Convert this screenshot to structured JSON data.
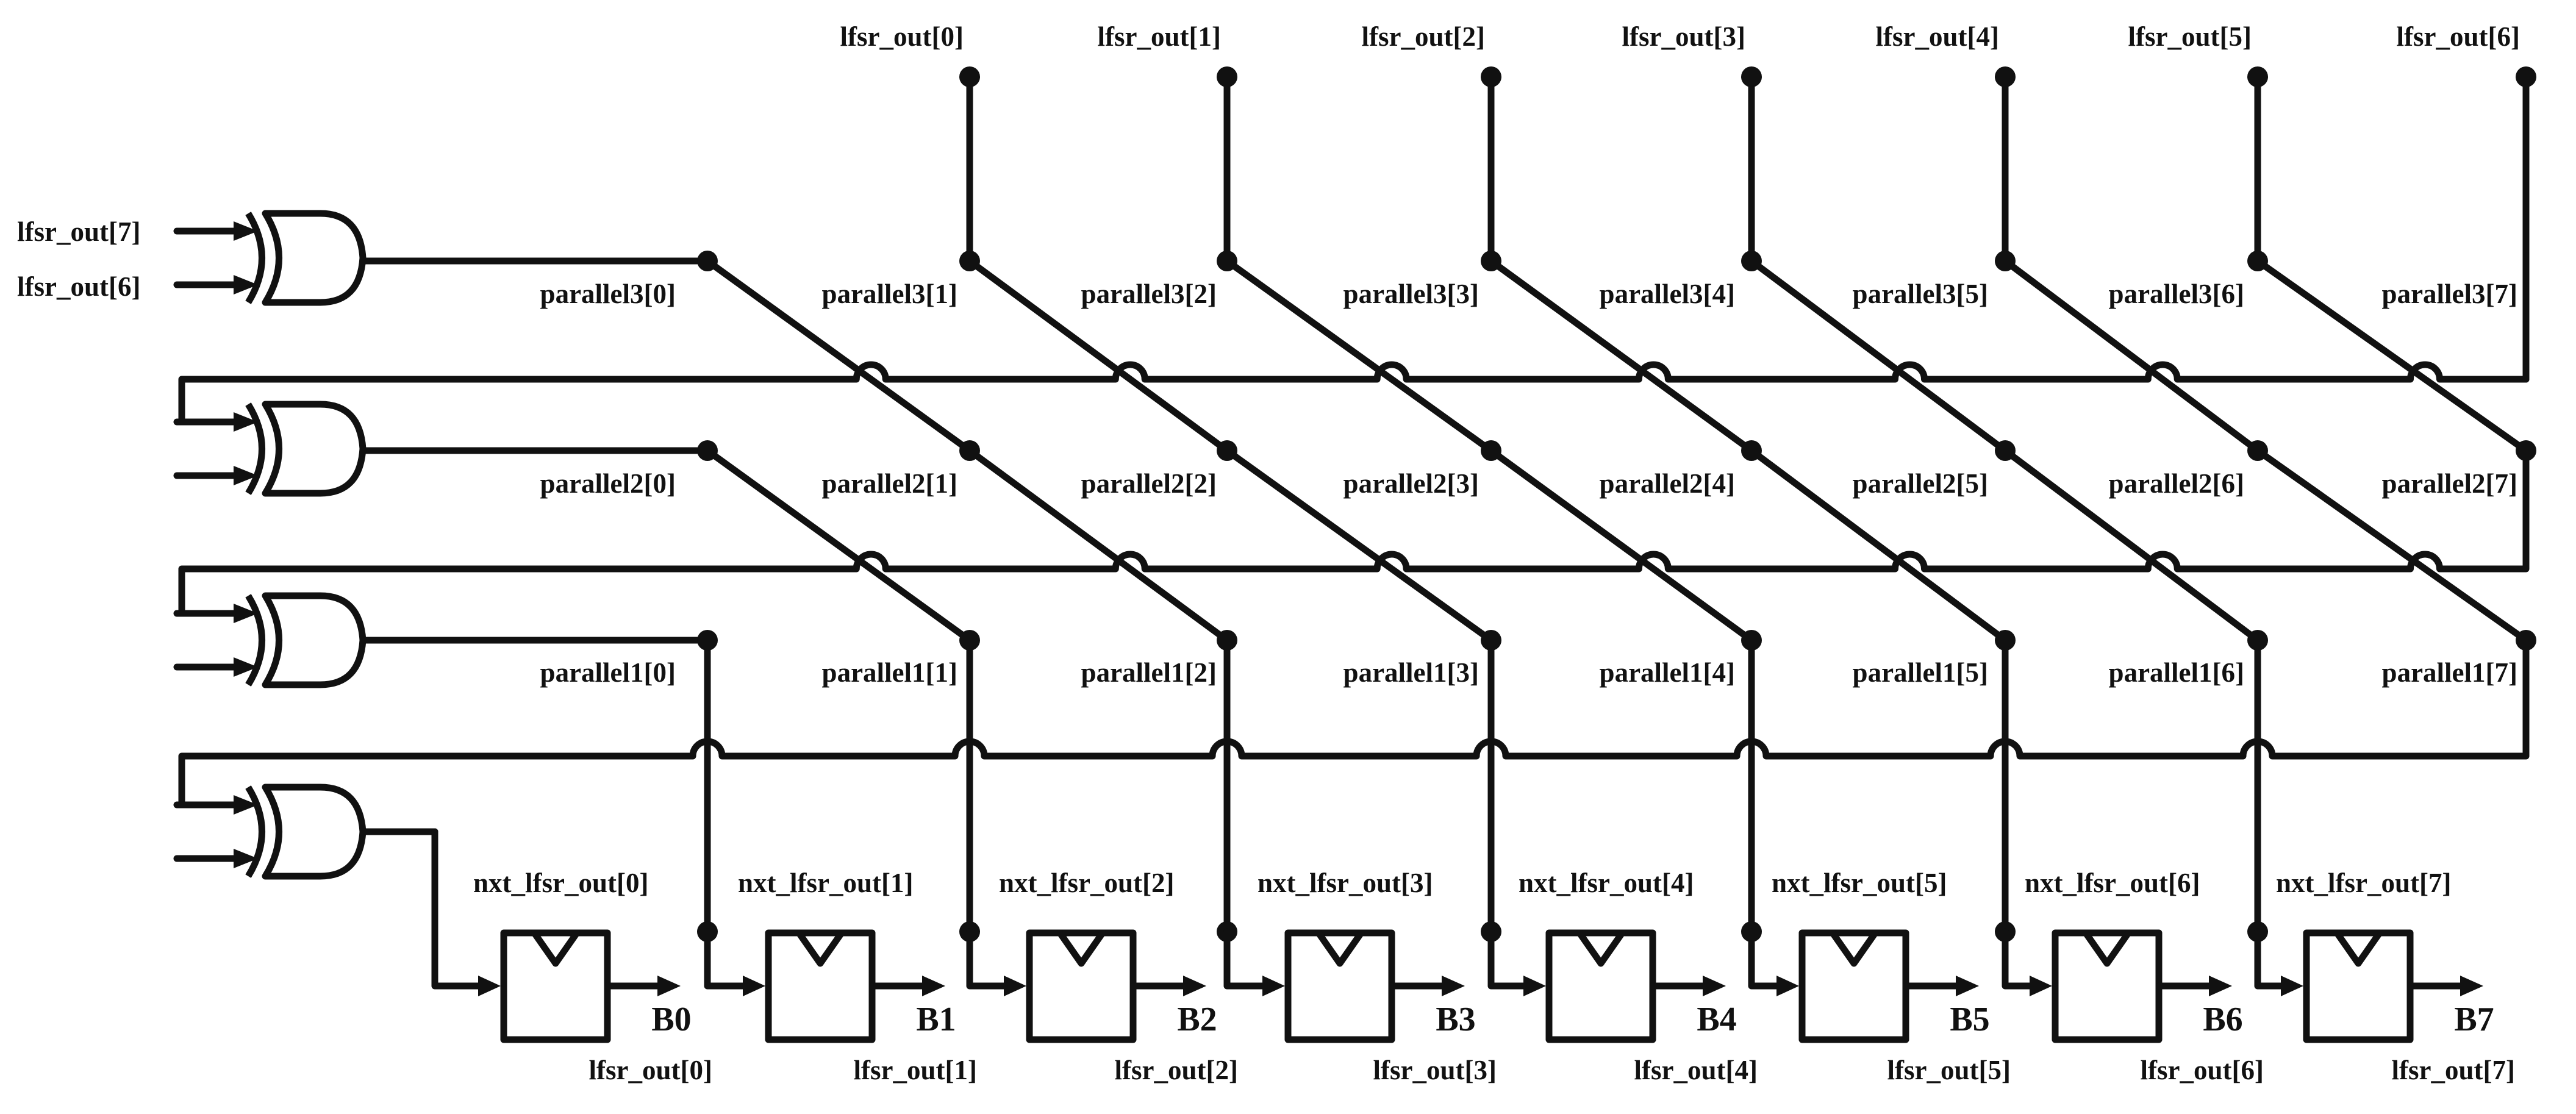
{
  "top_labels": [
    "lfsr_out[0]",
    "lfsr_out[1]",
    "lfsr_out[2]",
    "lfsr_out[3]",
    "lfsr_out[4]",
    "lfsr_out[5]",
    "lfsr_out[6]"
  ],
  "xor_inputs": [
    "lfsr_out[7]",
    "lfsr_out[6]"
  ],
  "parallel3": [
    "parallel3[0]",
    "parallel3[1]",
    "parallel3[2]",
    "parallel3[3]",
    "parallel3[4]",
    "parallel3[5]",
    "parallel3[6]",
    "parallel3[7]"
  ],
  "parallel2": [
    "parallel2[0]",
    "parallel2[1]",
    "parallel2[2]",
    "parallel2[3]",
    "parallel2[4]",
    "parallel2[5]",
    "parallel2[6]",
    "parallel2[7]"
  ],
  "parallel1": [
    "parallel1[0]",
    "parallel1[1]",
    "parallel1[2]",
    "parallel1[3]",
    "parallel1[4]",
    "parallel1[5]",
    "parallel1[6]",
    "parallel1[7]"
  ],
  "nxt_labels": [
    "nxt_lfsr_out[0]",
    "nxt_lfsr_out[1]",
    "nxt_lfsr_out[2]",
    "nxt_lfsr_out[3]",
    "nxt_lfsr_out[4]",
    "nxt_lfsr_out[5]",
    "nxt_lfsr_out[6]",
    "nxt_lfsr_out[7]"
  ],
  "flipflops": [
    "B0",
    "B1",
    "B2",
    "B3",
    "B4",
    "B5",
    "B6",
    "B7"
  ],
  "bottom_labels": [
    "lfsr_out[0]",
    "lfsr_out[1]",
    "lfsr_out[2]",
    "lfsr_out[3]",
    "lfsr_out[4]",
    "lfsr_out[5]",
    "lfsr_out[6]",
    "lfsr_out[7]"
  ]
}
